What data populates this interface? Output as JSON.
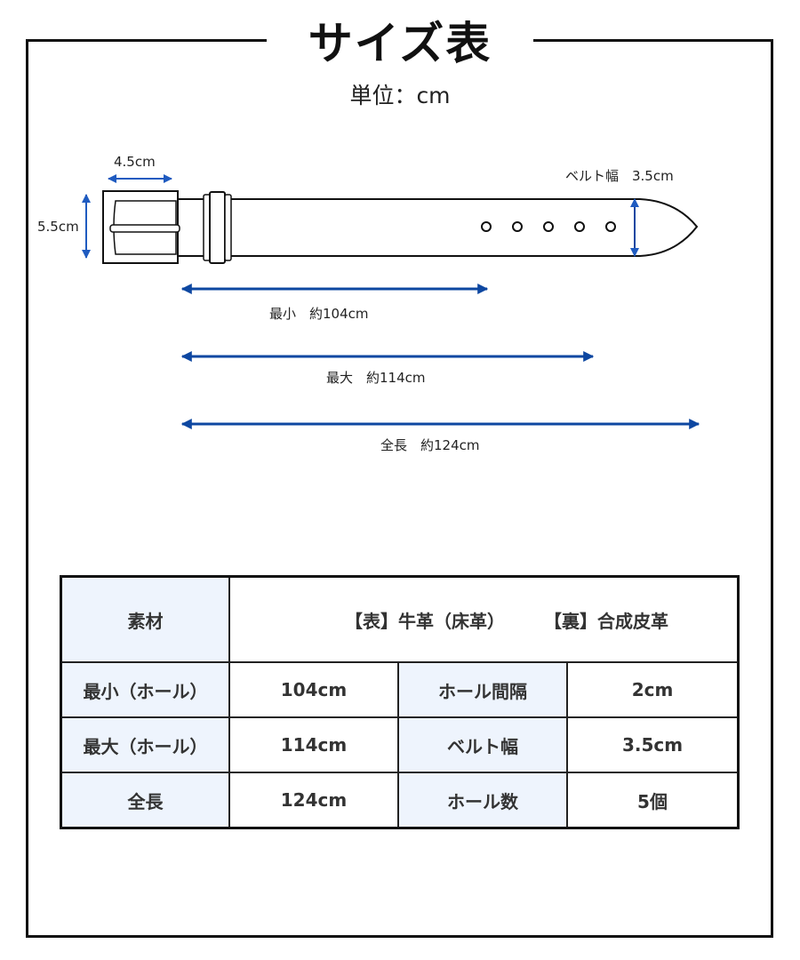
{
  "header": {
    "title": "サイズ表",
    "unit": "単位：cm"
  },
  "diagram": {
    "buckle_width_label": "4.5cm",
    "buckle_height_label": "5.5cm",
    "belt_width_label": "ベルト幅　3.5cm",
    "hole_count": 5,
    "arrow_color": "#0d47a1",
    "measures": [
      {
        "label": "最小　約104cm",
        "value_cm": 104
      },
      {
        "label": "最大　約114cm",
        "value_cm": 114
      },
      {
        "label": "全長　約124cm",
        "value_cm": 124
      }
    ]
  },
  "spec_table": {
    "header_bg": "#eef4fd",
    "material": {
      "label": "素材",
      "front": "【表】牛革（床革）",
      "back": "【裏】合成皮革"
    },
    "rows": [
      {
        "label1": "最小（ホール）",
        "value1": "104cm",
        "label2": "ホール間隔",
        "value2": "2cm"
      },
      {
        "label1": "最大（ホール）",
        "value1": "114cm",
        "label2": "ベルト幅",
        "value2": "3.5cm"
      },
      {
        "label1": "全長",
        "value1": "124cm",
        "label2": "ホール数",
        "value2": "5個"
      }
    ]
  }
}
